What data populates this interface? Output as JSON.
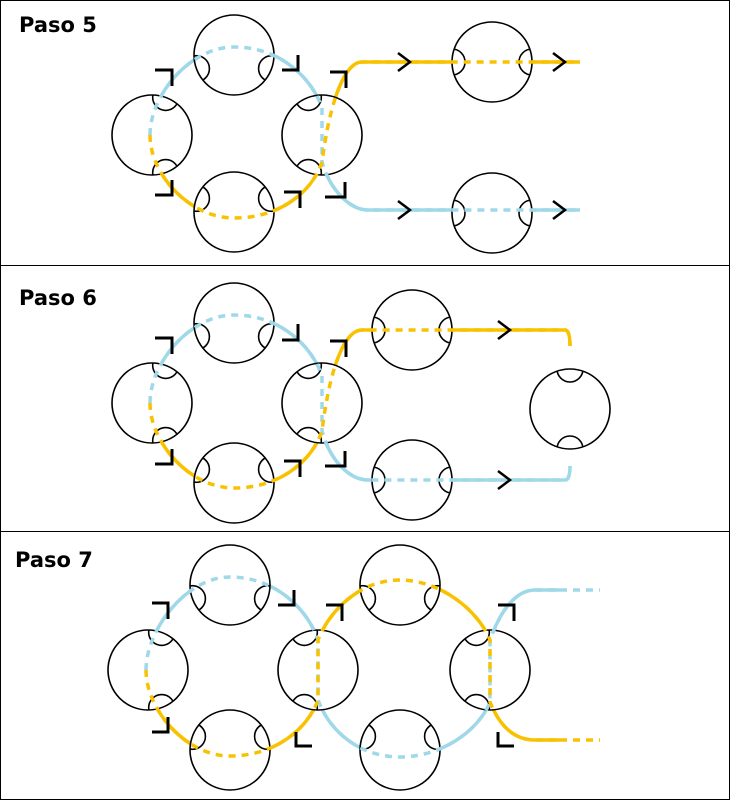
{
  "panels": [
    {
      "title": "Paso 5"
    },
    {
      "title": "Paso 6"
    },
    {
      "title": "Paso 7"
    }
  ],
  "colors": {
    "blue": "#9fd8e8",
    "orange": "#f8c200",
    "stroke": "#000000"
  }
}
